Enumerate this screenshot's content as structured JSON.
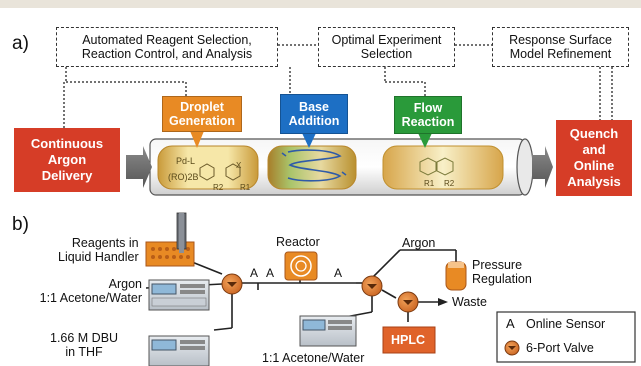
{
  "panel_a": {
    "label": "a)",
    "top_boxes": [
      {
        "line1": "Automated Reagent Selection,",
        "line2": "Reaction Control, and Analysis"
      },
      {
        "line1": "Optimal Experiment",
        "line2": "Selection"
      },
      {
        "line1": "Response Surface",
        "line2": "Model Refinement"
      }
    ],
    "argon_delivery": {
      "line1": "Continuous",
      "line2": "Argon",
      "line3": "Delivery"
    },
    "quench": {
      "line1": "Quench",
      "line2": "and",
      "line3": "Online",
      "line4": "Analysis"
    },
    "droplet": {
      "line1": "Droplet",
      "line2": "Generation"
    },
    "base": {
      "line1": "Base",
      "line2": "Addition"
    },
    "flow": {
      "line1": "Flow",
      "line2": "Reaction"
    },
    "chem": {
      "catalyst": "Pd-L",
      "boronic": "(RO)2B",
      "x": "X",
      "r1": "R1",
      "r2": "R2"
    },
    "colors": {
      "orange": "#e88a24",
      "blue": "#1d6fc4",
      "green": "#2a9a3a",
      "red": "#d63d27",
      "grey": "#6b6b6b"
    }
  },
  "panel_b": {
    "label": "b)",
    "reagents": {
      "line1": "Reagents in",
      "line2": "Liquid Handler"
    },
    "argon_left": {
      "line1": "Argon",
      "line2": "1:1 Acetone/Water"
    },
    "dbu": {
      "line1": "1.66 M DBU",
      "line2": "in THF"
    },
    "reactor": "Reactor",
    "argon_top": "Argon",
    "pressure": {
      "line1": "Pressure",
      "line2": "Regulation"
    },
    "waste": "Waste",
    "hplc": "HPLC",
    "bottom_solvent": "1:1 Acetone/Water",
    "sensor_symbol": "A",
    "legend": {
      "sensor_symbol": "A",
      "sensor_label": "Online Sensor",
      "valve_label": "6-Port Valve"
    }
  }
}
